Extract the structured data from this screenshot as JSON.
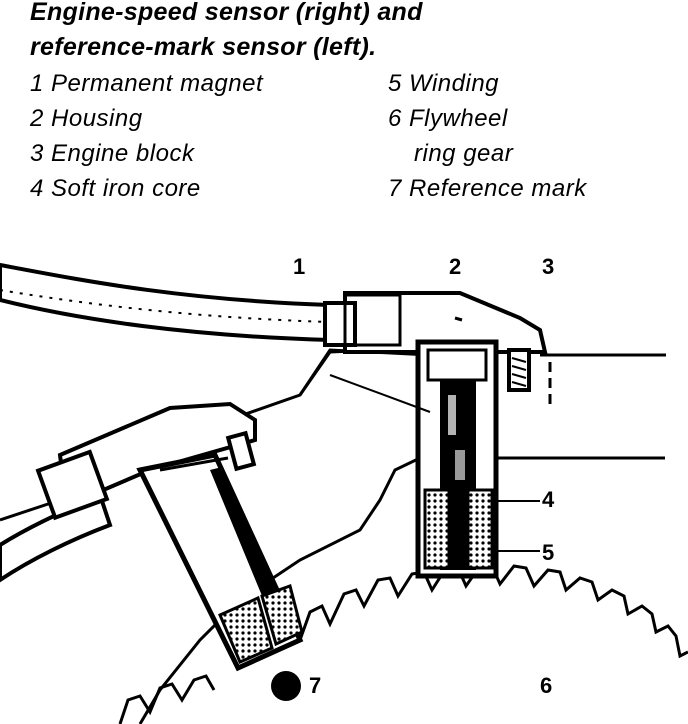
{
  "caption": {
    "title_line1": "Engine-speed sensor (right) and",
    "title_line2": "reference-mark sensor (left).",
    "legend_left": [
      "1 Permanent magnet",
      "2 Housing",
      "3 Engine block",
      "4 Soft iron core"
    ],
    "legend_right": [
      "5 Winding",
      "6 Flywheel",
      "ring gear",
      "7 Reference mark"
    ]
  },
  "callouts": {
    "n1": "1",
    "n2": "2",
    "n3": "3",
    "n4": "4",
    "n5": "5",
    "n6": "6",
    "n7": "7"
  }
}
